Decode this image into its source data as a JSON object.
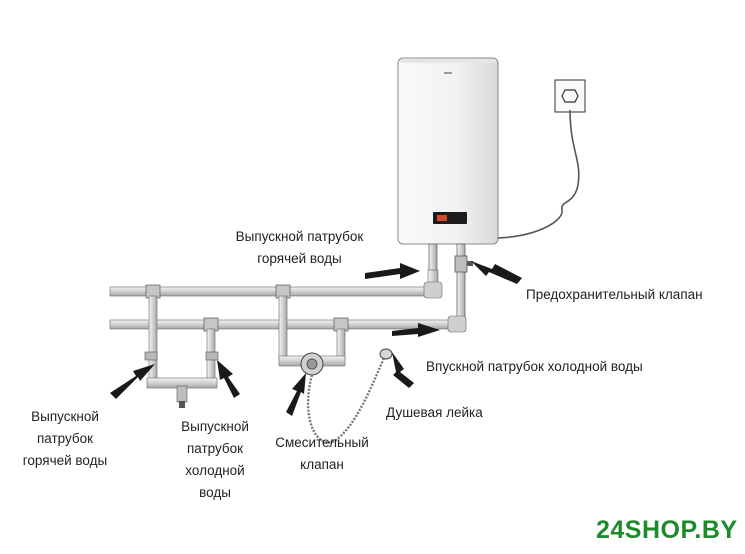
{
  "labels": {
    "hot_outlet_top": [
      "Выпускной патрубок",
      "горячей воды"
    ],
    "safety_valve": "Предохранительный клапан",
    "cold_inlet": "Впускной патрубок холодной воды",
    "shower_head": "Душевая лейка",
    "hot_outlet_left": [
      "Выпускной",
      "патрубок",
      "горячей воды"
    ],
    "cold_outlet_left": [
      "Выпускной",
      "патрубок",
      "холодной",
      "воды"
    ],
    "mixer_valve": [
      "Смесительный",
      "клапан"
    ]
  },
  "brand": "24SHOP.BY",
  "colors": {
    "pipe": "#d9d9d9",
    "pipe_edge": "#555555",
    "heater_body": "#eeeeee",
    "arrow": "#1a1a1a",
    "brand": "#1e8a2c"
  }
}
